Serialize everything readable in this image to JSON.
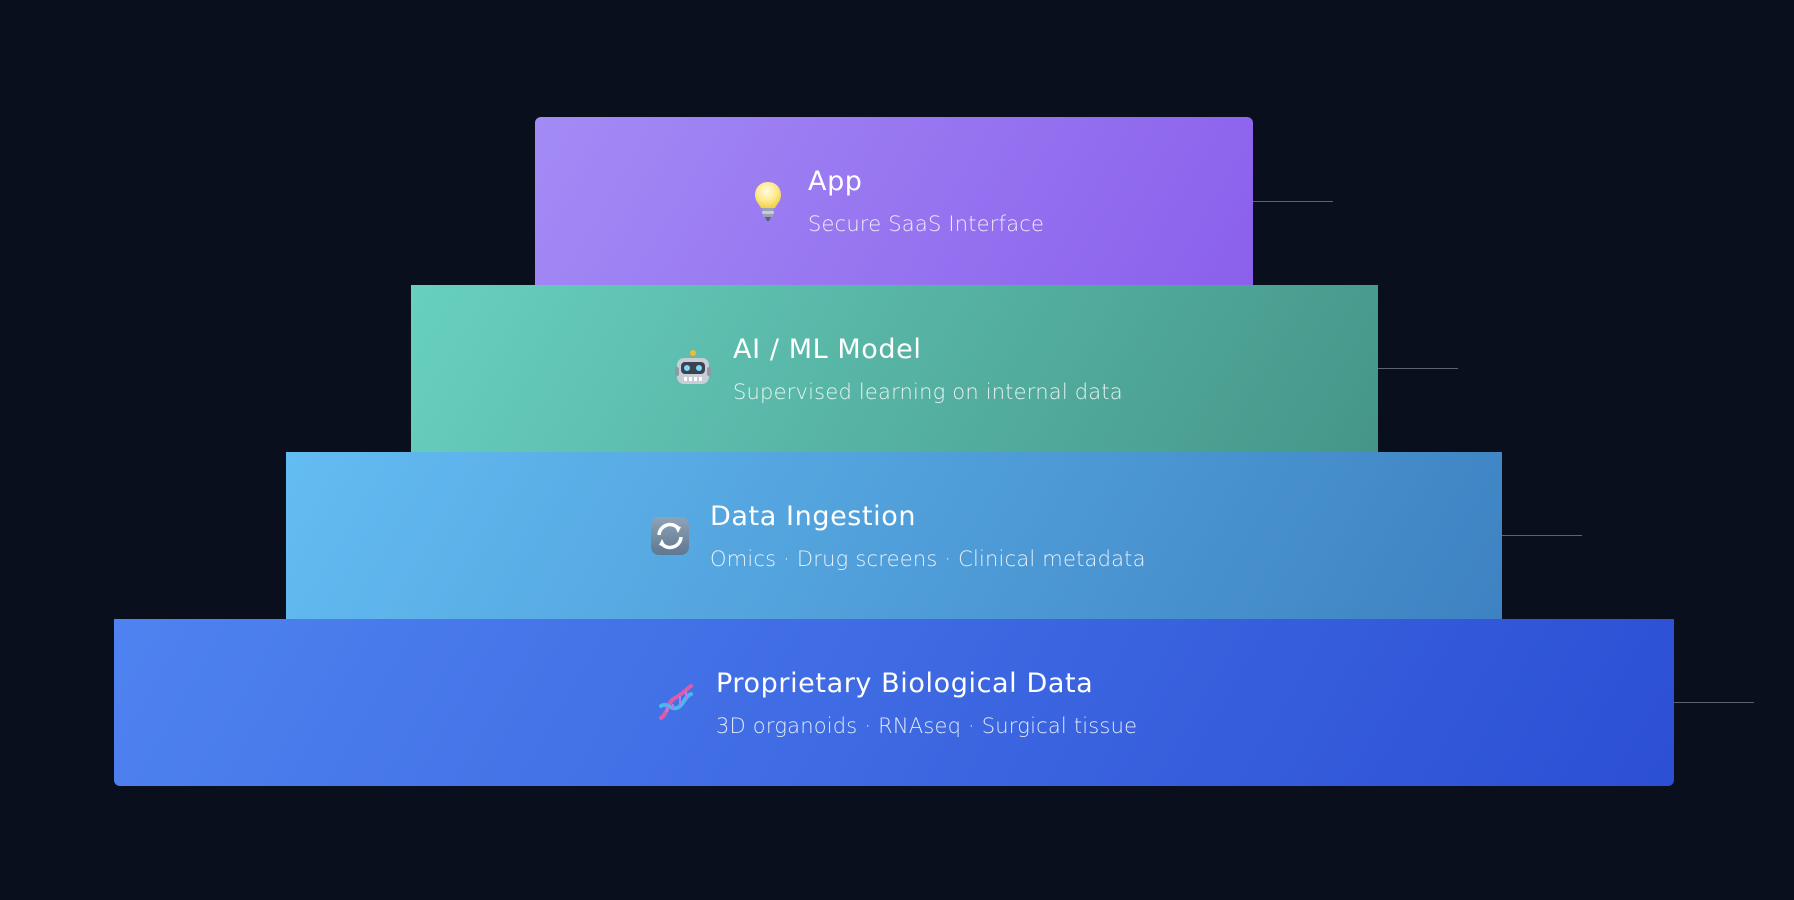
{
  "diagram": {
    "tiers": [
      {
        "title": "App",
        "subtitle": "Secure SaaS Interface",
        "icon": "lightbulb-icon"
      },
      {
        "title": "AI / ML Model",
        "subtitle": "Supervised learning on internal data",
        "icon": "robot-icon"
      },
      {
        "title": "Data Ingestion",
        "subtitle": "Omics · Drug screens · Clinical metadata",
        "icon": "refresh-icon"
      },
      {
        "title": "Proprietary Biological Data",
        "subtitle": "3D organoids · RNAseq · Surgical tissue",
        "icon": "dna-icon"
      }
    ]
  }
}
